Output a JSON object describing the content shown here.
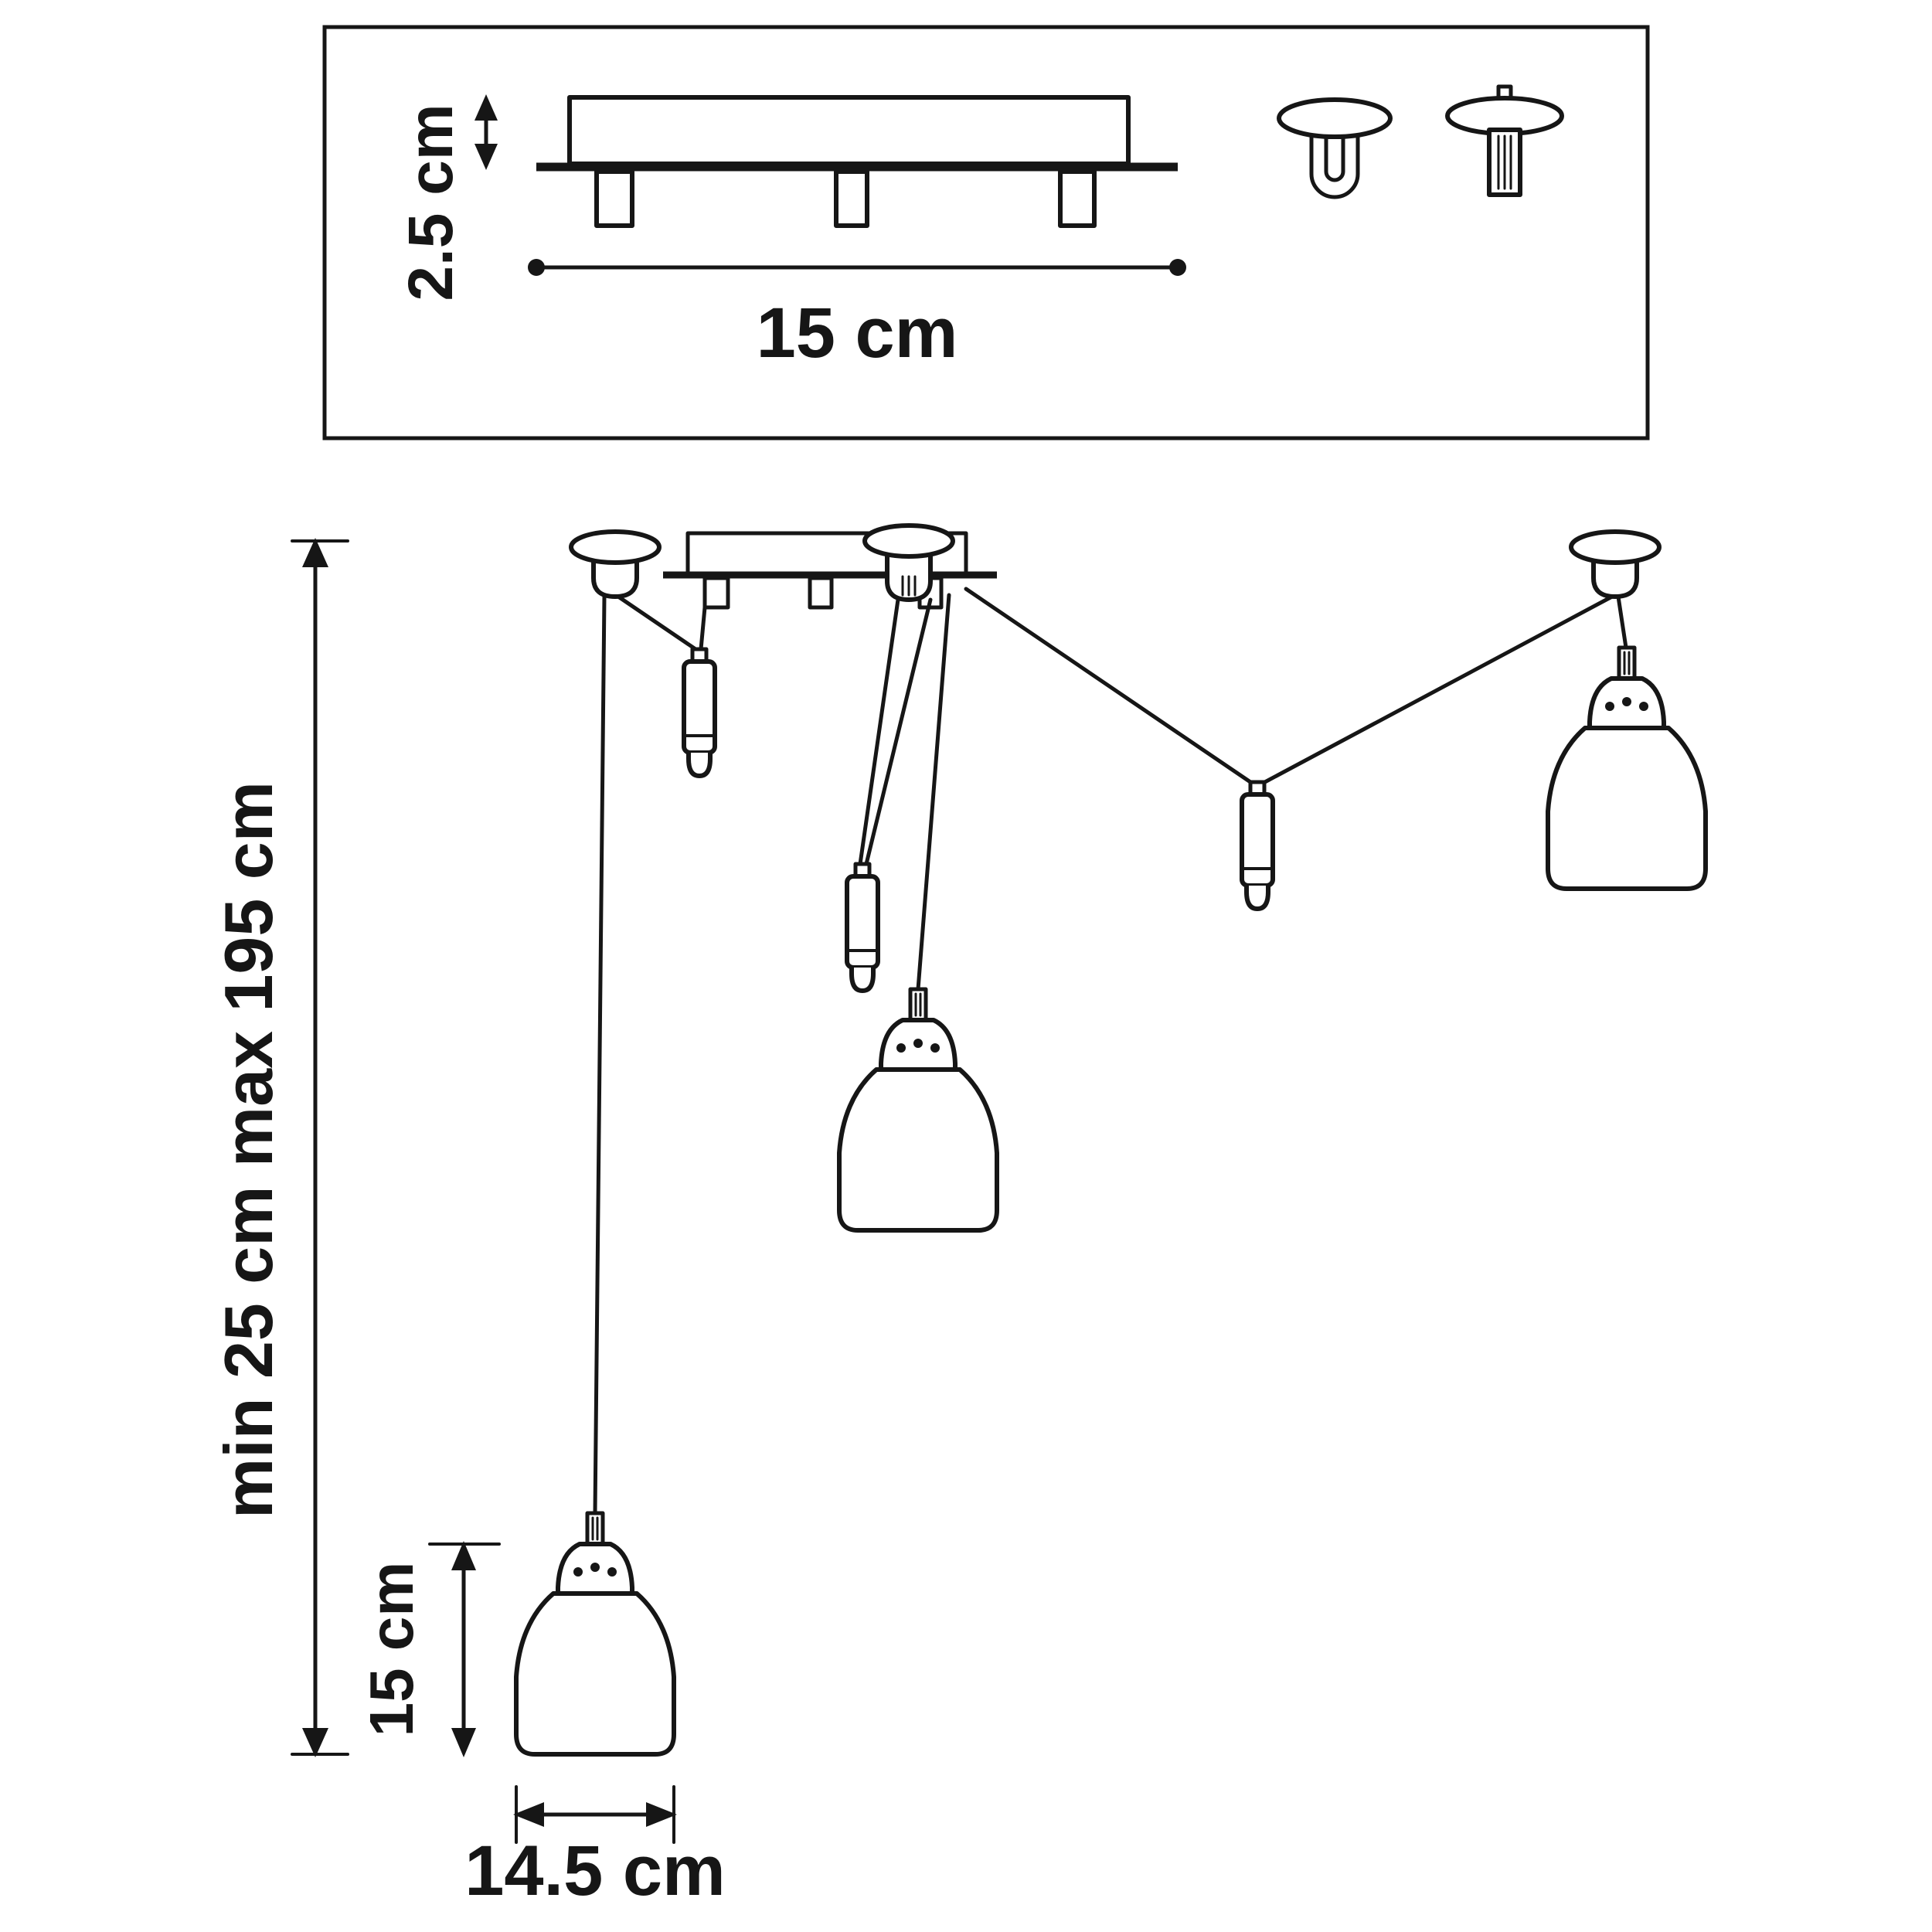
{
  "panel": {
    "plate_thickness": "2.5 cm",
    "plate_length": "15 cm"
  },
  "main": {
    "suspension_range": "min 25 cm max 195 cm",
    "shade_height": "15 cm",
    "shade_diameter": "14.5 cm"
  }
}
